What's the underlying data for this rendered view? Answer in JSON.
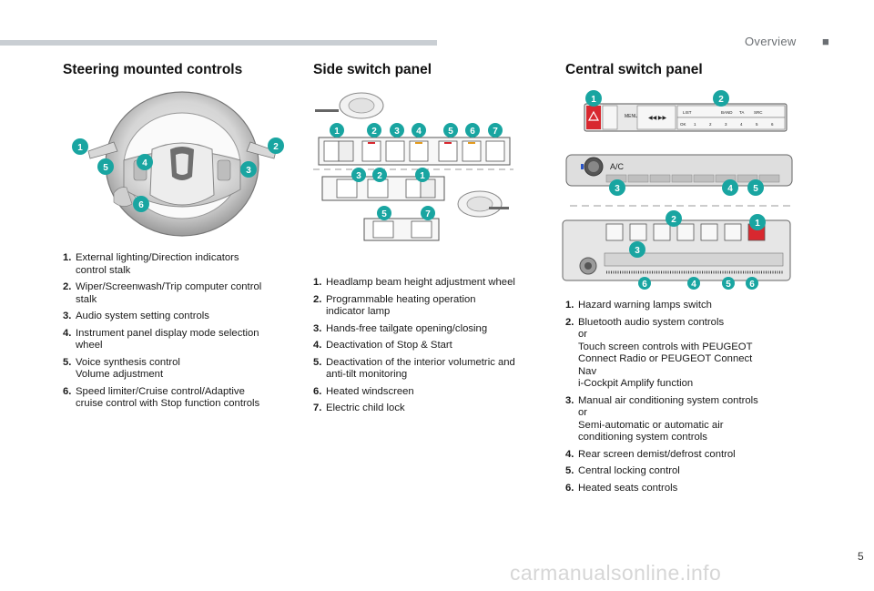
{
  "header": {
    "title": "Overview"
  },
  "sections": {
    "steering": {
      "title": "Steering mounted controls",
      "badges": [
        "1",
        "2",
        "3",
        "4",
        "5",
        "6"
      ],
      "items": [
        {
          "num": "1.",
          "text": "External lighting/Direction indicators\ncontrol stalk"
        },
        {
          "num": "2.",
          "text": "Wiper/Screenwash/Trip computer control\nstalk"
        },
        {
          "num": "3.",
          "text": "Audio system setting controls"
        },
        {
          "num": "4.",
          "text": "Instrument panel display mode selection\nwheel"
        },
        {
          "num": "5.",
          "text": "Voice synthesis control\nVolume adjustment"
        },
        {
          "num": "6.",
          "text": "Speed limiter/Cruise control/Adaptive\ncruise control with Stop function controls"
        }
      ]
    },
    "side": {
      "title": "Side switch panel",
      "badges_top": [
        "1",
        "2",
        "3",
        "4",
        "5",
        "6",
        "7"
      ],
      "badges_mid": [
        "3",
        "2",
        "1"
      ],
      "badges_bot": [
        "5",
        "7"
      ],
      "items": [
        {
          "num": "1.",
          "text": "Headlamp beam height adjustment wheel"
        },
        {
          "num": "2.",
          "text": "Programmable heating operation\nindicator lamp"
        },
        {
          "num": "3.",
          "text": "Hands-free tailgate opening/closing"
        },
        {
          "num": "4.",
          "text": "Deactivation of Stop & Start"
        },
        {
          "num": "5.",
          "text": "Deactivation of the interior volumetric and\nanti-tilt monitoring"
        },
        {
          "num": "6.",
          "text": "Heated windscreen"
        },
        {
          "num": "7.",
          "text": "Electric child lock"
        }
      ]
    },
    "central": {
      "title": "Central switch panel",
      "badges_top": [
        "1",
        "2"
      ],
      "badges_mid": [
        "3",
        "4",
        "5"
      ],
      "badges_bot_top": [
        "2",
        "1",
        "3"
      ],
      "badges_bot_row": [
        "6",
        "4",
        "5",
        "6"
      ],
      "radio_labels": {
        "list": "LIST",
        "band": "BAND",
        "ta": "TA",
        "src": "SRC",
        "menu": "MENU",
        "ok": "OK",
        "presets": [
          "1",
          "2",
          "3",
          "4",
          "5",
          "6"
        ],
        "ac": "A/C"
      },
      "items": [
        {
          "num": "1.",
          "text": "Hazard warning lamps switch"
        },
        {
          "num": "2.",
          "text": "Bluetooth audio system controls\nor\nTouch screen controls with PEUGEOT\nConnect Radio or PEUGEOT Connect\nNav\ni-Cockpit Amplify function"
        },
        {
          "num": "3.",
          "text": "Manual air conditioning system controls\nor\nSemi-automatic or automatic air\nconditioning system controls"
        },
        {
          "num": "4.",
          "text": "Rear screen demist/defrost control"
        },
        {
          "num": "5.",
          "text": "Central locking control"
        },
        {
          "num": "6.",
          "text": "Heated seats controls"
        }
      ]
    }
  },
  "page": {
    "number": "5"
  },
  "watermark": "carmanualsonline.info",
  "colors": {
    "badge": "#19a5a1",
    "hazard": "#d8282f",
    "rule": "#c9ced3"
  }
}
